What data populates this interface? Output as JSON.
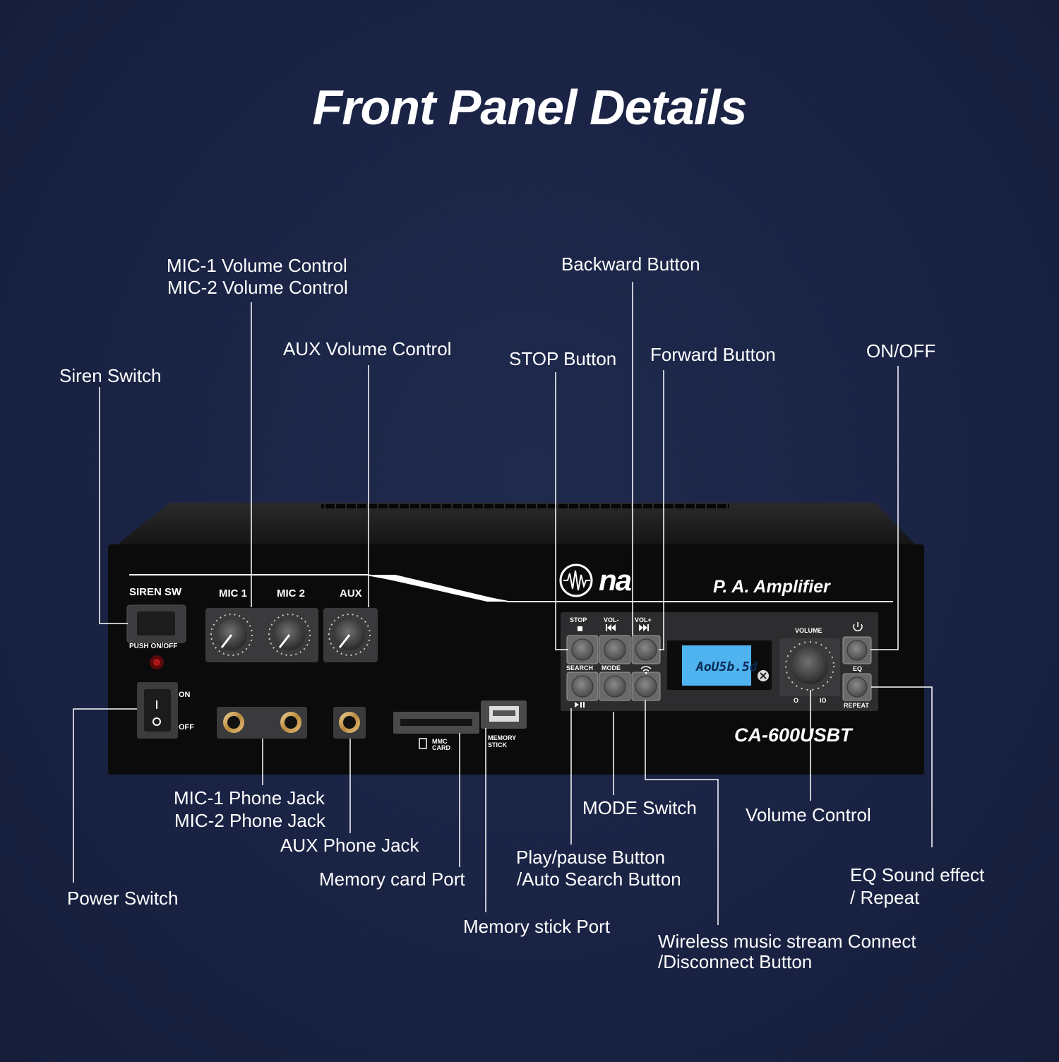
{
  "title": "Front Panel Details",
  "device": {
    "brand_logo": "na",
    "product_name": "P. A. Amplifier",
    "model": "CA-600USBT",
    "panel_labels": {
      "siren_sw": "SIREN SW",
      "push_on_off": "PUSH ON/OFF",
      "mic1": "MIC 1",
      "mic2": "MIC 2",
      "aux": "AUX",
      "on": "ON",
      "off": "OFF",
      "mmc_card": "MMC\nCARD",
      "memory_stick": "MEMORY\nSTICK",
      "stop": "STOP",
      "vol_minus": "VOL-",
      "vol_plus": "VOL+",
      "search": "SEARCH",
      "mode": "MODE",
      "volume": "VOLUME",
      "eq": "EQ",
      "repeat": "REPEAT",
      "vol_min": "O",
      "vol_max": "IO",
      "display": "AoU5b.5d"
    }
  },
  "callouts": {
    "mic_volume_1": "MIC-1 Volume Control",
    "mic_volume_2": "MIC-2 Volume Control",
    "aux_volume": "AUX Volume Control",
    "siren_switch": "Siren Switch",
    "stop_button": "STOP Button",
    "backward_button": "Backward Button",
    "forward_button": "Forward Button",
    "on_off": "ON/OFF",
    "mic_jack_1": "MIC-1 Phone Jack",
    "mic_jack_2": "MIC-2 Phone Jack",
    "aux_jack": "AUX Phone Jack",
    "power_switch": "Power Switch",
    "memory_card": "Memory card Port",
    "memory_stick": "Memory stick Port",
    "mode_switch": "MODE Switch",
    "play_pause_1": "Play/pause Button",
    "play_pause_2": "/Auto Search Button",
    "volume_control": "Volume Control",
    "eq_1": "EQ Sound effect",
    "eq_2": "/ Repeat",
    "wireless_1": "Wireless music stream Connect",
    "wireless_2": "/Disconnect Button"
  },
  "colors": {
    "background": "#1a2344",
    "panel": "#0b0b0c",
    "text": "#ffffff",
    "display": "#4fb3f0"
  }
}
